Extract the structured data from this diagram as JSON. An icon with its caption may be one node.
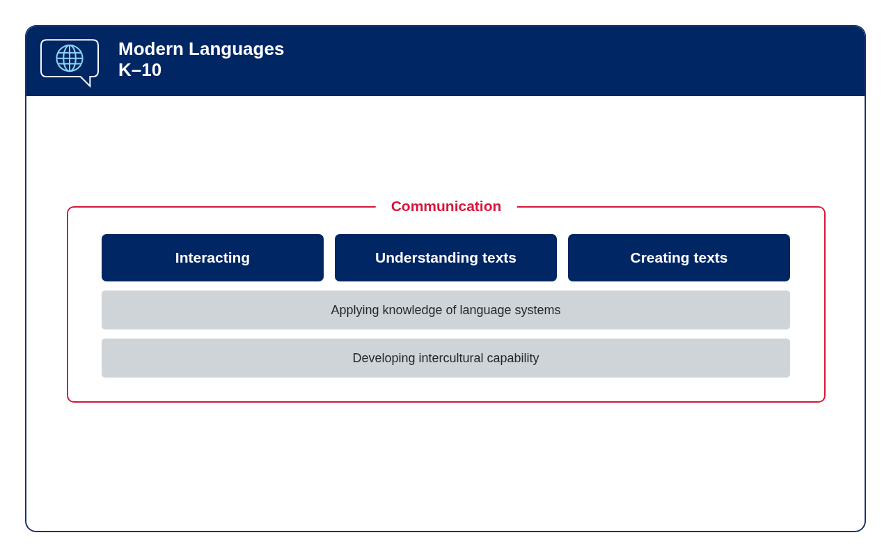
{
  "diagram": {
    "nodes": [
      {
        "text": [
          "Modern Languages K–10"
        ]
      },
      {
        "text": [
          "Communication"
        ],
        "in": 0
      },
      {
        "text": [
          "Interacting"
        ],
        "in": 1
      },
      {
        "text": [
          "Understanding texts"
        ],
        "in": 1
      },
      {
        "text": [
          "Creating texts"
        ],
        "in": 1
      },
      {
        "text": [
          "Applying knowledge of language systems"
        ],
        "in": 1
      },
      {
        "text": [
          "Developing intercultural capability"
        ],
        "in": 1
      }
    ]
  }
}
